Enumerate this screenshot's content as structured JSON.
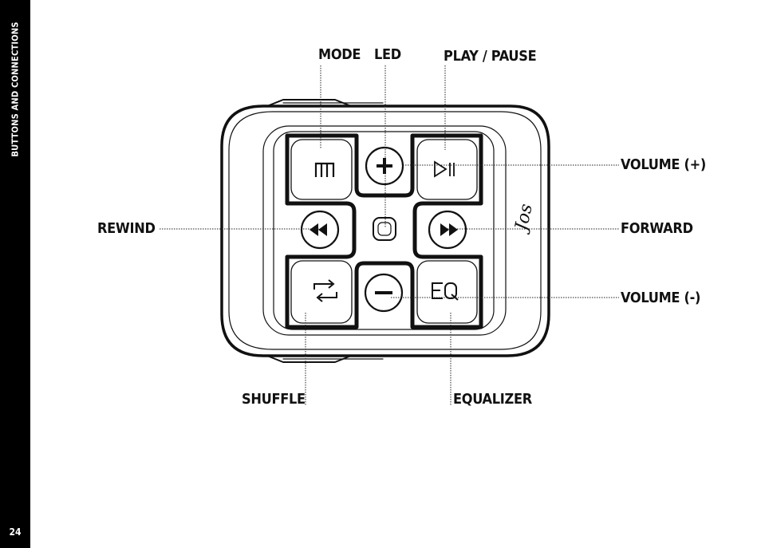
{
  "sidebar": {
    "section_title": "BUTTONS AND  CONNECTIONS",
    "page_number": "24"
  },
  "device": {
    "logo_text": "Jos"
  },
  "labels": {
    "mode": "MODE",
    "led": "LED",
    "play_pause": "PLAY / PAUSE",
    "volume_up": "VOLUME (+)",
    "rewind": "REWIND",
    "forward": "FORWARD",
    "volume_down": "VOLUME (-)",
    "shuffle": "SHUFFLE",
    "equalizer": "EQUALIZER"
  },
  "icons": {
    "mode": "m-glyph-icon",
    "play_pause": "play-pause-icon",
    "rewind": "rewind-icon",
    "forward": "fast-forward-icon",
    "shuffle": "shuffle-icon",
    "equalizer": "eq-glyph-icon",
    "volume_up": "plus-icon",
    "volume_down": "minus-icon",
    "led": "led-indicator-icon"
  },
  "colors": {
    "sidebar": "#000000",
    "ink": "#111111"
  }
}
